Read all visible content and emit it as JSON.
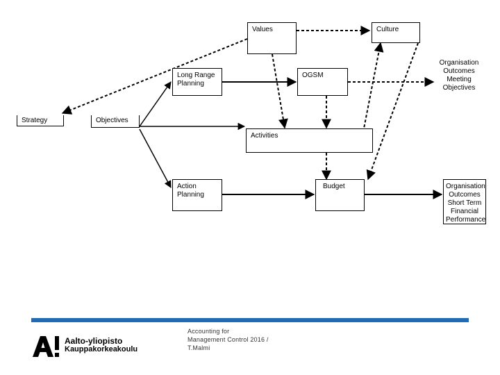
{
  "diagram": {
    "nodes": {
      "values": "Values",
      "culture": "Culture",
      "long_range_planning": "Long Range\nPlanning",
      "ogsm": "OGSM",
      "org_outcomes_objectives": "Organisation\nOutcomes\nMeeting\nObjectives",
      "strategy": "Strategy",
      "objectives": "Objectives",
      "activities": "Activities",
      "action_planning": "Action\nPlanning",
      "budget": "Budget",
      "org_outcomes_financial": "Organisation\nOutcomes\nShort Term\nFinancial\nPerformance"
    }
  },
  "footer": {
    "credit": "Accounting for\nManagement Control 2016 /\nT.Malmi",
    "logo_name": "Aalto-yliopisto",
    "logo_sub": "Kauppakorkeakoulu",
    "accent_color": "#1f6bb5"
  }
}
